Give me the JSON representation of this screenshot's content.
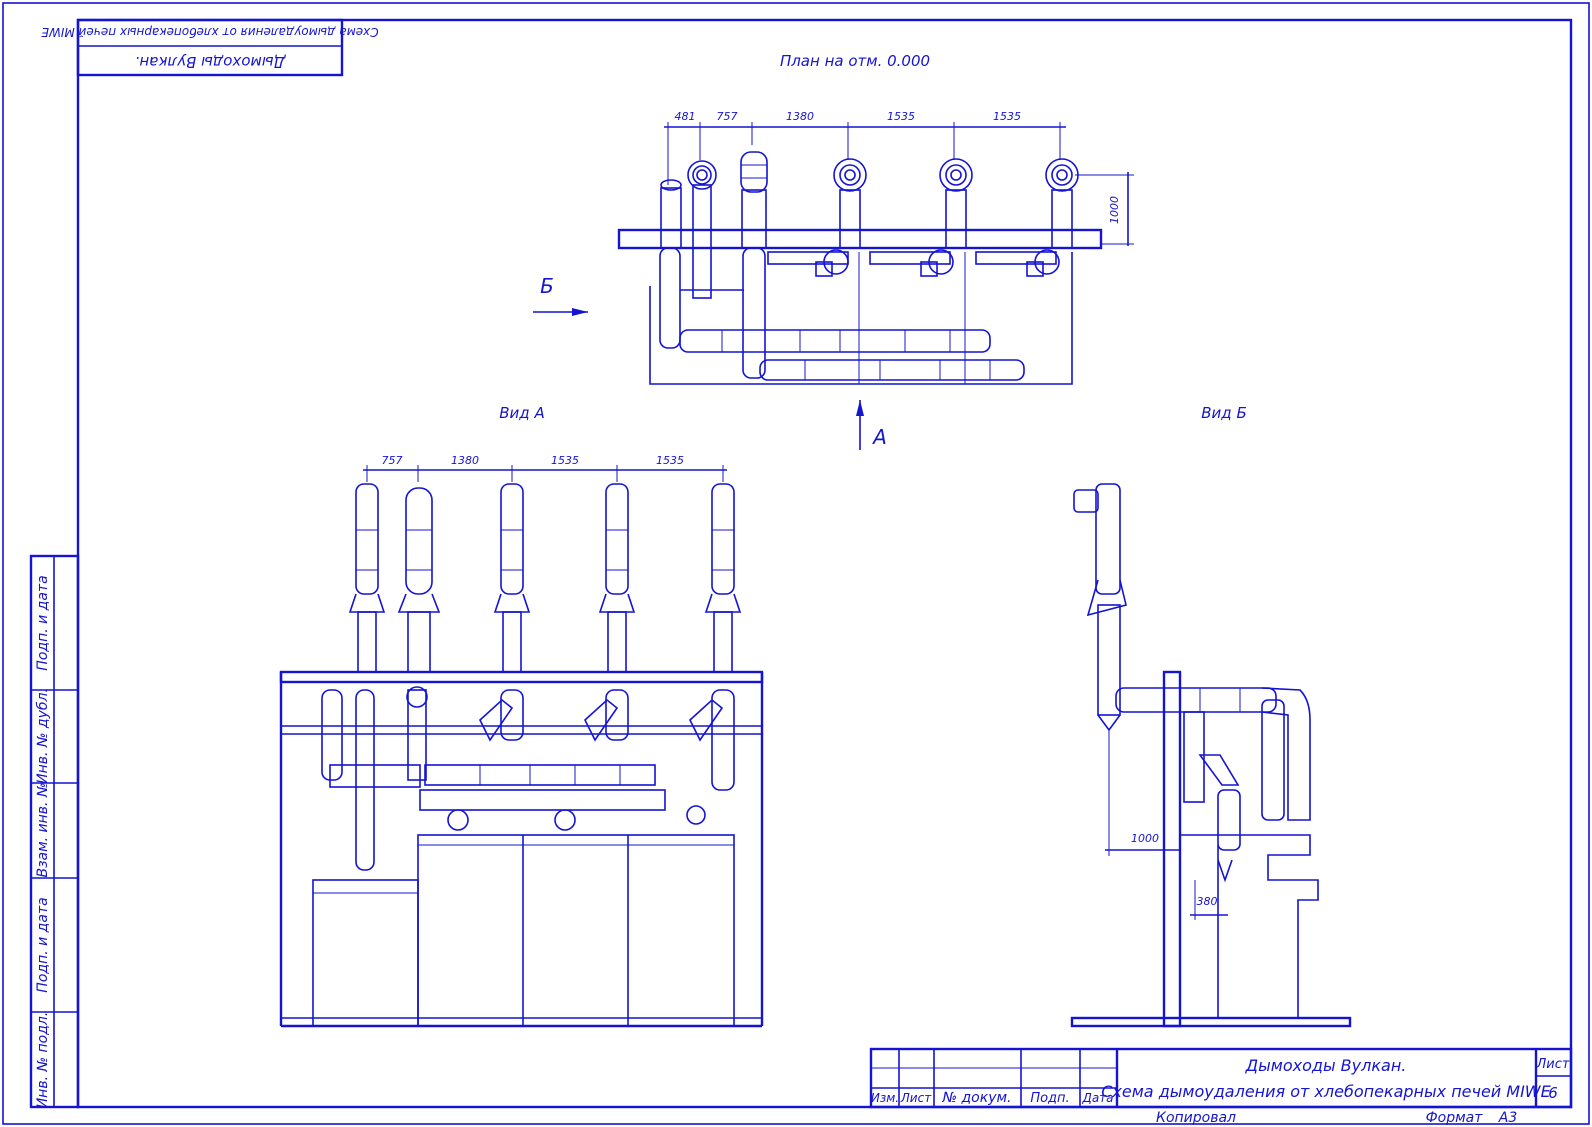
{
  "stamp_top": {
    "title": "Дымоходы Вулкан.",
    "subtitle": "Схема дымоудаления от хлебопекарных печей MIWE"
  },
  "plan": {
    "title": "План на отм. 0.000",
    "dims": [
      "481",
      "757",
      "1380",
      "1535",
      "1535"
    ],
    "height_dim": "1000",
    "arrow_b": "Б",
    "arrow_a": "А"
  },
  "view_a": {
    "title": "Вид А",
    "dims": [
      "757",
      "1380",
      "1535",
      "1535"
    ]
  },
  "view_b": {
    "title": "Вид Б",
    "dims": [
      "1000",
      "380"
    ]
  },
  "side_stamp": [
    "Подп. и дата",
    "Инв. № дубл.",
    "Взам. инв. №",
    "Подп. и дата",
    "Инв. № подл."
  ],
  "title_block": {
    "columns": [
      "Изм.",
      "Лист",
      "№ докум.",
      "Подп.",
      "Дата"
    ],
    "title": "Дымоходы Вулкан.",
    "subtitle": "Схема дымоудаления от хлебопекарных печей MIWE",
    "sheet_label": "Лист",
    "sheet_number": "6",
    "copied": "Копировал",
    "format_label": "Формат",
    "format_value": "А3"
  }
}
